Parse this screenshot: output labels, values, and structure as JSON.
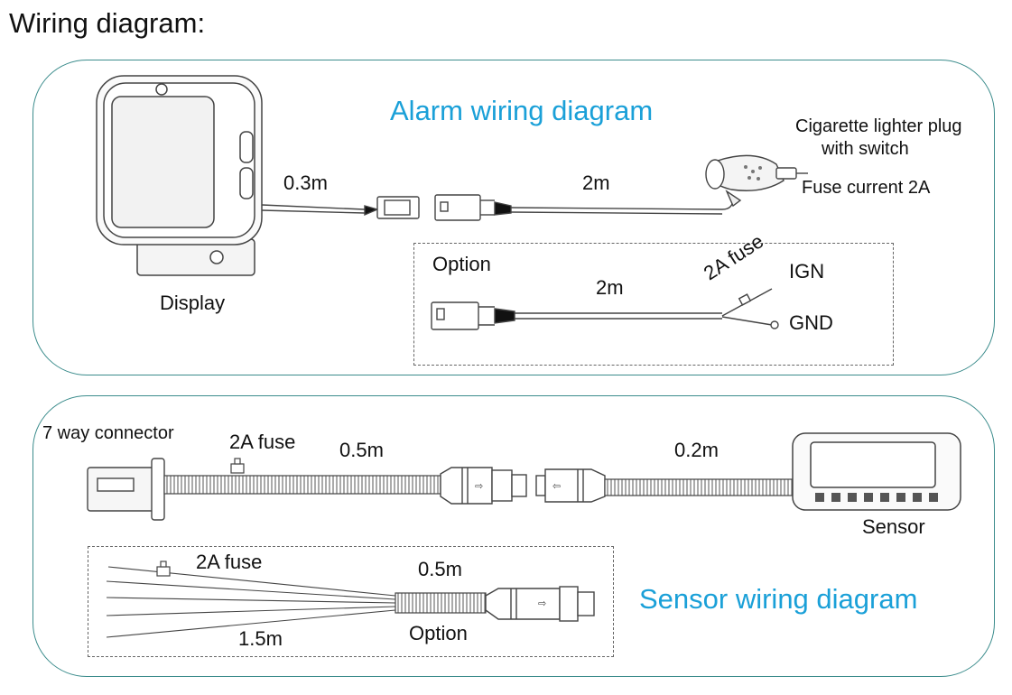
{
  "title": "Wiring diagram:",
  "alarm": {
    "heading": "Alarm wiring diagram",
    "display_label": "Display",
    "len_display": "0.3m",
    "len_plug": "2m",
    "plug_label_line1": "Cigarette lighter plug",
    "plug_label_line2": "with switch",
    "fuse_current": "Fuse current 2A",
    "option": {
      "label": "Option",
      "length": "2m",
      "fuse": "2A fuse",
      "ign": "IGN",
      "gnd": "GND"
    }
  },
  "sensor": {
    "heading": "Sensor wiring diagram",
    "connector_label": "7 way connector",
    "fuse": "2A fuse",
    "len_main": "0.5m",
    "len_sensor": "0.2m",
    "sensor_label": "Sensor",
    "option": {
      "fuse": "2A fuse",
      "length_short": "0.5m",
      "length_long": "1.5m",
      "label": "Option"
    }
  }
}
